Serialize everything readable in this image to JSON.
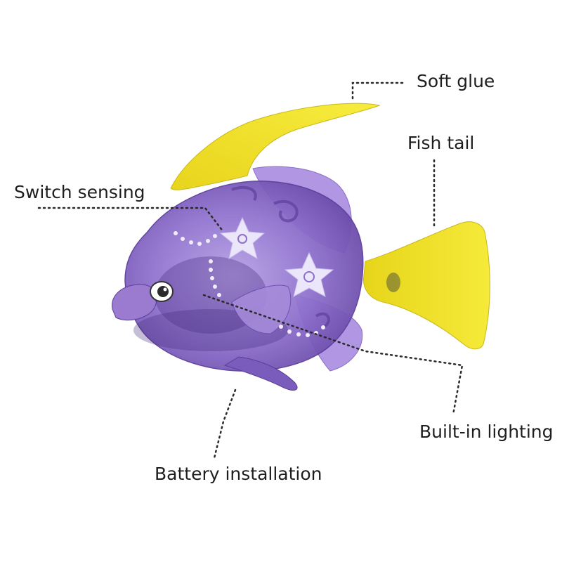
{
  "labels": {
    "soft_glue": "Soft glue",
    "fish_tail": "Fish tail",
    "switch_sensing": "Switch sensing",
    "built_in_lighting": "Built-in lighting",
    "battery_installation": "Battery installation"
  },
  "colors": {
    "fin_yellow": "#f2e41f",
    "body_purple": "#8b6fc9",
    "fin_purple": "#9a7bd0",
    "leader_dots": "#2a2a2a",
    "label_text": "#1e1e1e",
    "background": "#ffffff"
  }
}
